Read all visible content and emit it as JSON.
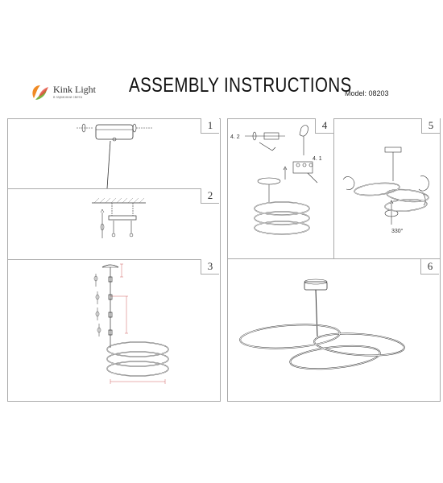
{
  "header": {
    "brand": "Kink Light",
    "brand_tagline": "в гармонии света",
    "title": "ASSEMBLY INSTRUCTIONS",
    "model": "Model: 08203"
  },
  "steps": [
    {
      "number": "1"
    },
    {
      "number": "2"
    },
    {
      "number": "3"
    },
    {
      "number": "4",
      "labels": [
        "4. 2",
        "4. 1"
      ]
    },
    {
      "number": "5",
      "labels": [
        "330°"
      ]
    },
    {
      "number": "6"
    }
  ],
  "colors": {
    "border": "#aaaaaa",
    "line": "#333333",
    "dimension": "#d06060",
    "logo_orange": "#f08a24",
    "logo_green": "#7cb342"
  }
}
